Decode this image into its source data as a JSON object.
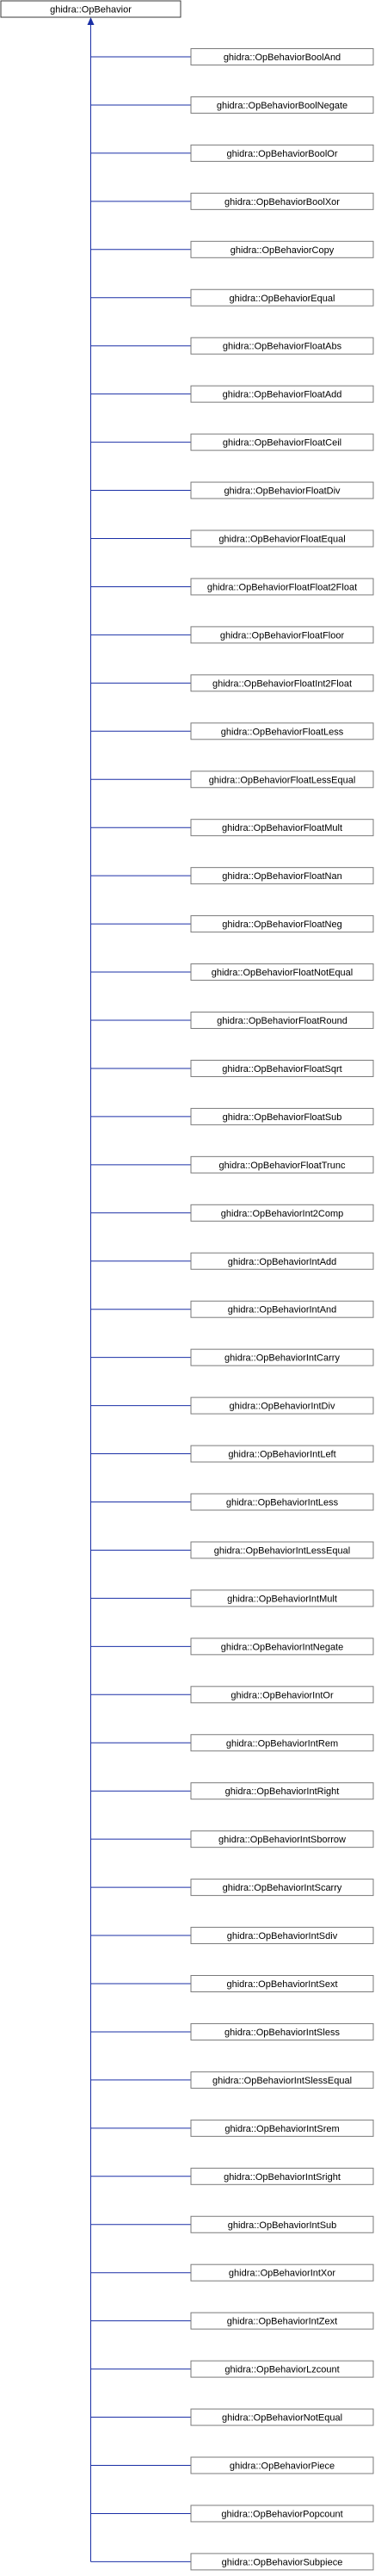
{
  "base_class": "ghidra::OpBehavior",
  "derived_classes": [
    "ghidra::OpBehaviorBoolAnd",
    "ghidra::OpBehaviorBoolNegate",
    "ghidra::OpBehaviorBoolOr",
    "ghidra::OpBehaviorBoolXor",
    "ghidra::OpBehaviorCopy",
    "ghidra::OpBehaviorEqual",
    "ghidra::OpBehaviorFloatAbs",
    "ghidra::OpBehaviorFloatAdd",
    "ghidra::OpBehaviorFloatCeil",
    "ghidra::OpBehaviorFloatDiv",
    "ghidra::OpBehaviorFloatEqual",
    "ghidra::OpBehaviorFloatFloat2Float",
    "ghidra::OpBehaviorFloatFloor",
    "ghidra::OpBehaviorFloatInt2Float",
    "ghidra::OpBehaviorFloatLess",
    "ghidra::OpBehaviorFloatLessEqual",
    "ghidra::OpBehaviorFloatMult",
    "ghidra::OpBehaviorFloatNan",
    "ghidra::OpBehaviorFloatNeg",
    "ghidra::OpBehaviorFloatNotEqual",
    "ghidra::OpBehaviorFloatRound",
    "ghidra::OpBehaviorFloatSqrt",
    "ghidra::OpBehaviorFloatSub",
    "ghidra::OpBehaviorFloatTrunc",
    "ghidra::OpBehaviorInt2Comp",
    "ghidra::OpBehaviorIntAdd",
    "ghidra::OpBehaviorIntAnd",
    "ghidra::OpBehaviorIntCarry",
    "ghidra::OpBehaviorIntDiv",
    "ghidra::OpBehaviorIntLeft",
    "ghidra::OpBehaviorIntLess",
    "ghidra::OpBehaviorIntLessEqual",
    "ghidra::OpBehaviorIntMult",
    "ghidra::OpBehaviorIntNegate",
    "ghidra::OpBehaviorIntOr",
    "ghidra::OpBehaviorIntRem",
    "ghidra::OpBehaviorIntRight",
    "ghidra::OpBehaviorIntSborrow",
    "ghidra::OpBehaviorIntScarry",
    "ghidra::OpBehaviorIntSdiv",
    "ghidra::OpBehaviorIntSext",
    "ghidra::OpBehaviorIntSless",
    "ghidra::OpBehaviorIntSlessEqual",
    "ghidra::OpBehaviorIntSrem",
    "ghidra::OpBehaviorIntSright",
    "ghidra::OpBehaviorIntSub",
    "ghidra::OpBehaviorIntXor",
    "ghidra::OpBehaviorIntZext",
    "ghidra::OpBehaviorLzcount",
    "ghidra::OpBehaviorNotEqual",
    "ghidra::OpBehaviorPiece",
    "ghidra::OpBehaviorPopcount",
    "ghidra::OpBehaviorSubpiece"
  ],
  "colors": {
    "edge": "#1a2fa6",
    "node_border": "#7a7a7a",
    "node_fill": "#ffffff"
  }
}
